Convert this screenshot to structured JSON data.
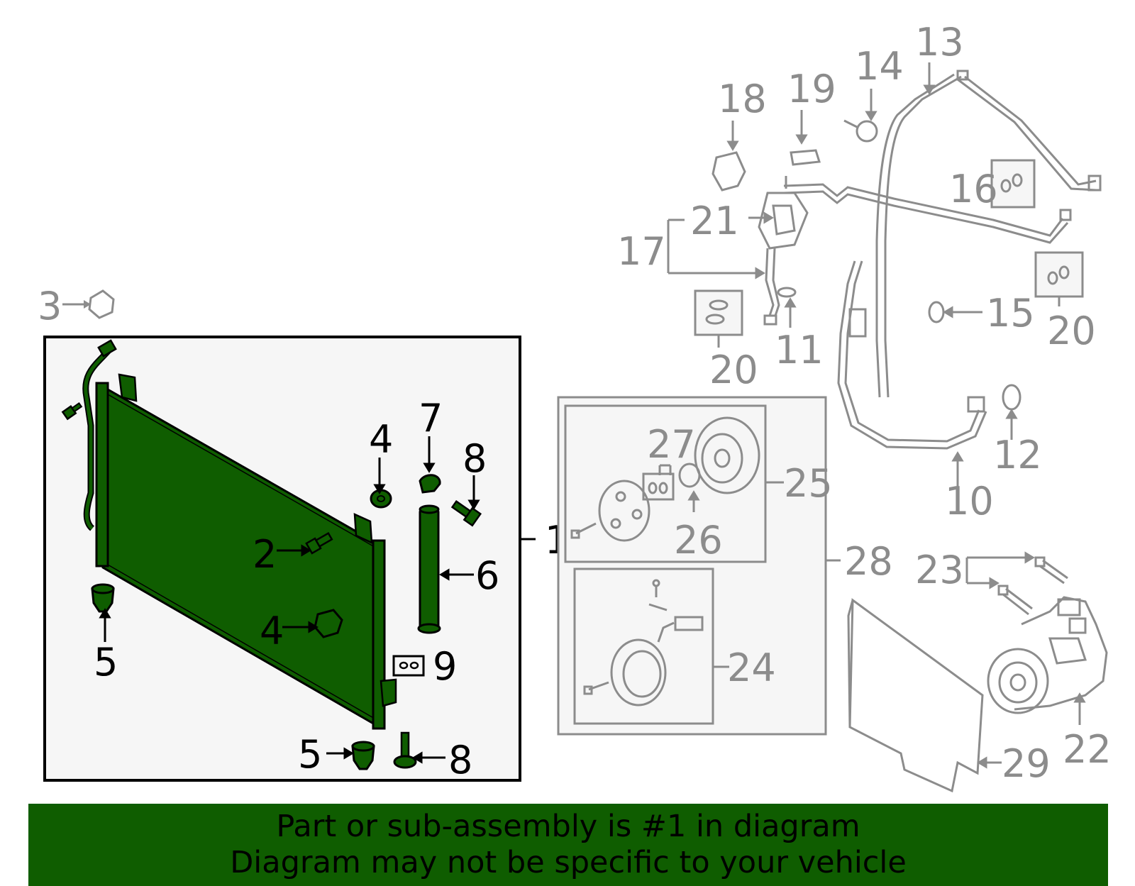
{
  "colors": {
    "highlight": "#0f5d00",
    "inactive_line": "#8c8c8c",
    "panel_fill": "#f6f6f6",
    "banner_bg": "#0f5d00"
  },
  "callouts_main": [
    "1",
    "2",
    "3",
    "4",
    "4",
    "5",
    "5",
    "6",
    "7",
    "8",
    "8",
    "9"
  ],
  "callouts_other": [
    "10",
    "11",
    "12",
    "13",
    "14",
    "15",
    "16",
    "17",
    "18",
    "19",
    "20",
    "20",
    "21",
    "22",
    "23",
    "24",
    "25",
    "26",
    "27",
    "28",
    "29"
  ],
  "banner": {
    "line1": "Part or sub-assembly is #1 in diagram",
    "line2": "Diagram may not be specific to your vehicle"
  }
}
